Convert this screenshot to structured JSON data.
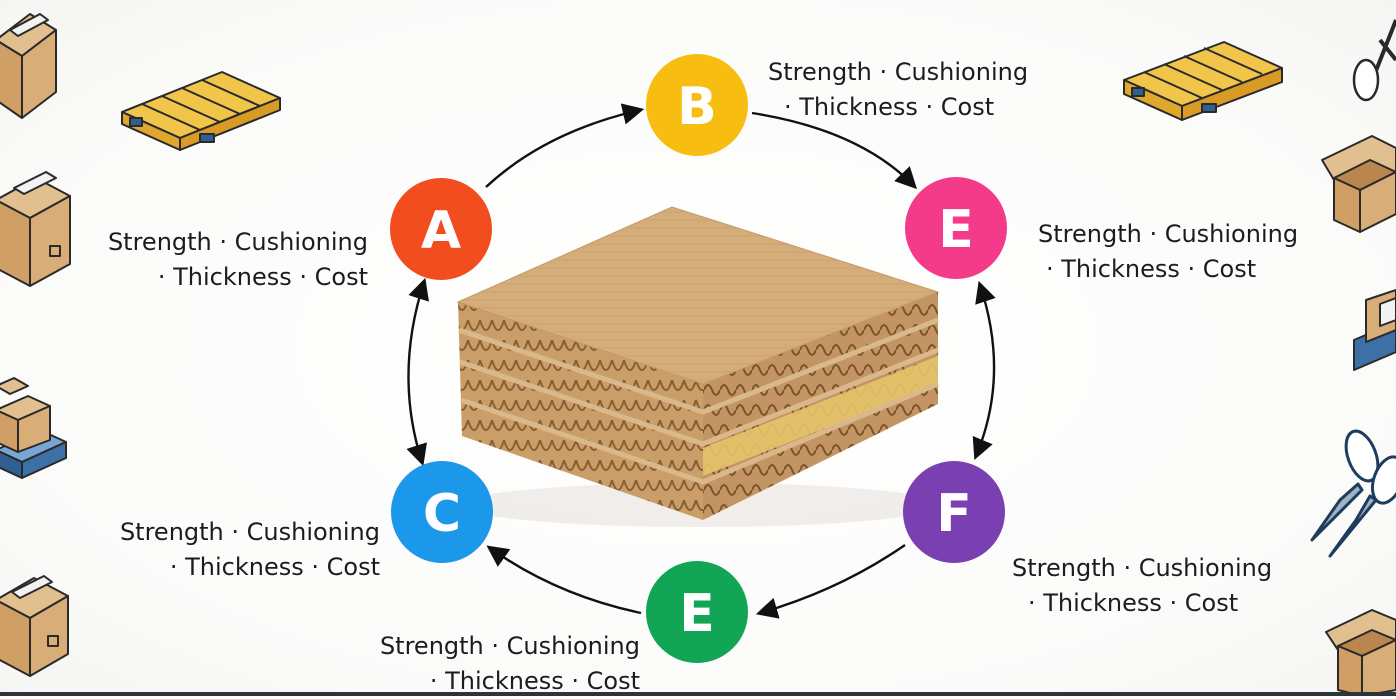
{
  "nodes": [
    {
      "id": "A",
      "letter": "A",
      "color": "#f24d1f",
      "label_line1": "Strength · Cushioning",
      "label_line2": "· Thickness · Cost"
    },
    {
      "id": "B",
      "letter": "B",
      "color": "#f7bd10",
      "label_line1": "Strength · Cushioning",
      "label_line2": "· Thickness · Cost"
    },
    {
      "id": "E1",
      "letter": "E",
      "color": "#f43b8a",
      "label_line1": "Strength · Cushioning",
      "label_line2": "· Thickness · Cost"
    },
    {
      "id": "F",
      "letter": "F",
      "color": "#7a3fb0",
      "label_line1": "Strength · Cushioning",
      "label_line2": "· Thickness · Cost"
    },
    {
      "id": "E2",
      "letter": "E",
      "color": "#12a556",
      "label_line1": "Strength · Cushioning",
      "label_line2": "· Thickness · Cost"
    },
    {
      "id": "C",
      "letter": "C",
      "color": "#1c98ea",
      "label_line1": "Strength · Cushioning",
      "label_line2": "· Thickness · Cost"
    }
  ],
  "colors": {
    "kraft": "#d3ad7c",
    "kraft_dark": "#a9794a",
    "pallet": "#e8b83c",
    "pallet_blue": "#2f5f93",
    "arrow": "#111111"
  },
  "icons": [
    "cardboard-box-icon",
    "wooden-pallet-icon",
    "boxes-on-pallet-icon",
    "scissors-icon",
    "open-box-icon",
    "corrugated-board-stack-image"
  ]
}
